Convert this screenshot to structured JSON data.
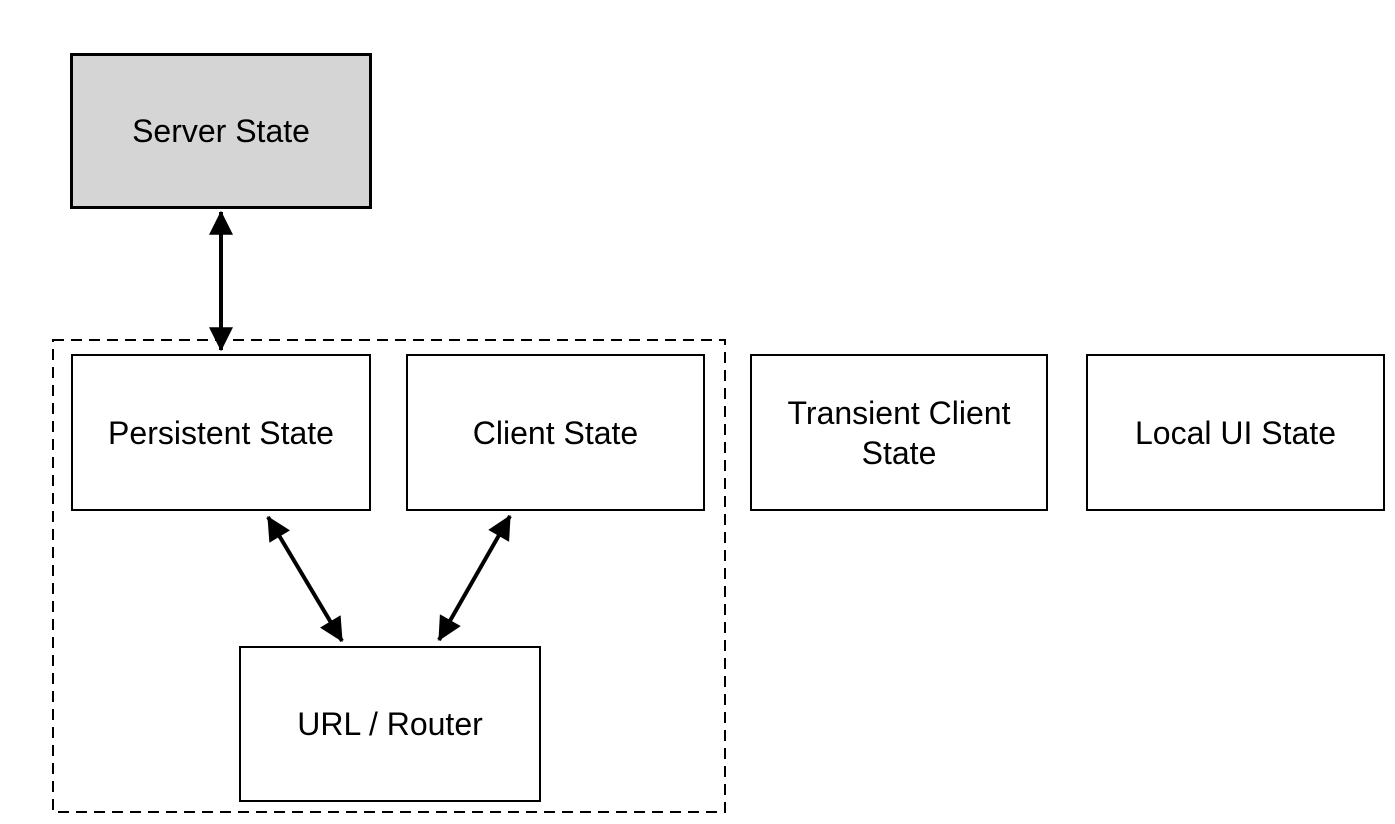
{
  "nodes": {
    "server_state": {
      "label": "Server State",
      "fill": "#d5d5d5"
    },
    "persistent_state": {
      "label": "Persistent State",
      "fill": "#ffffff"
    },
    "client_state": {
      "label": "Client State",
      "fill": "#ffffff"
    },
    "transient_client_state": {
      "label": "Transient Client State",
      "fill": "#ffffff"
    },
    "local_ui_state": {
      "label": "Local UI State",
      "fill": "#ffffff"
    },
    "url_router": {
      "label": "URL / Router",
      "fill": "#ffffff"
    }
  },
  "groups": {
    "shared_boundary": {
      "style": "dashed",
      "contains": [
        "persistent_state",
        "client_state",
        "url_router"
      ]
    }
  },
  "edges": [
    {
      "from": "server_state",
      "to": "persistent_state",
      "direction": "bidirectional"
    },
    {
      "from": "persistent_state",
      "to": "url_router",
      "direction": "bidirectional"
    },
    {
      "from": "client_state",
      "to": "url_router",
      "direction": "bidirectional"
    }
  ],
  "colors": {
    "background": "#ffffff",
    "stroke": "#000000",
    "text": "#000000",
    "server_fill": "#d5d5d5",
    "node_fill": "#ffffff"
  }
}
